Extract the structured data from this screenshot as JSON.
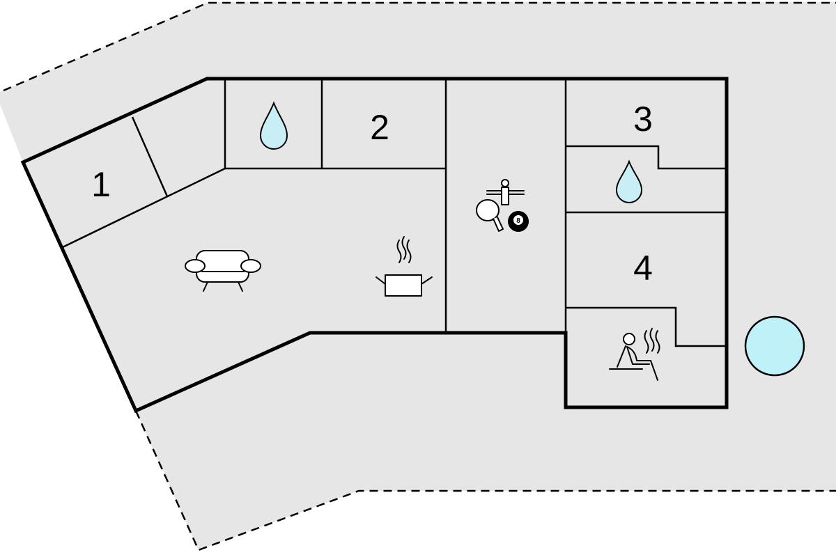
{
  "title": "Floor plan",
  "colors": {
    "plot": "#e6e6e6",
    "water": "#c9eef5",
    "pool": "#bff1f8",
    "wall": "#000000"
  },
  "rooms": [
    {
      "label": "1",
      "type": "bedroom"
    },
    {
      "label": "2",
      "type": "bedroom"
    },
    {
      "label": "3",
      "type": "bedroom"
    },
    {
      "label": "4",
      "type": "bedroom"
    }
  ],
  "icons": [
    "bathroom-drop-icon",
    "sofa-icon",
    "cooking-pot-icon",
    "foosball-icon",
    "table-tennis-icon",
    "billiard-ball-icon",
    "sauna-icon",
    "pool-icon"
  ],
  "billiard_number": "8"
}
